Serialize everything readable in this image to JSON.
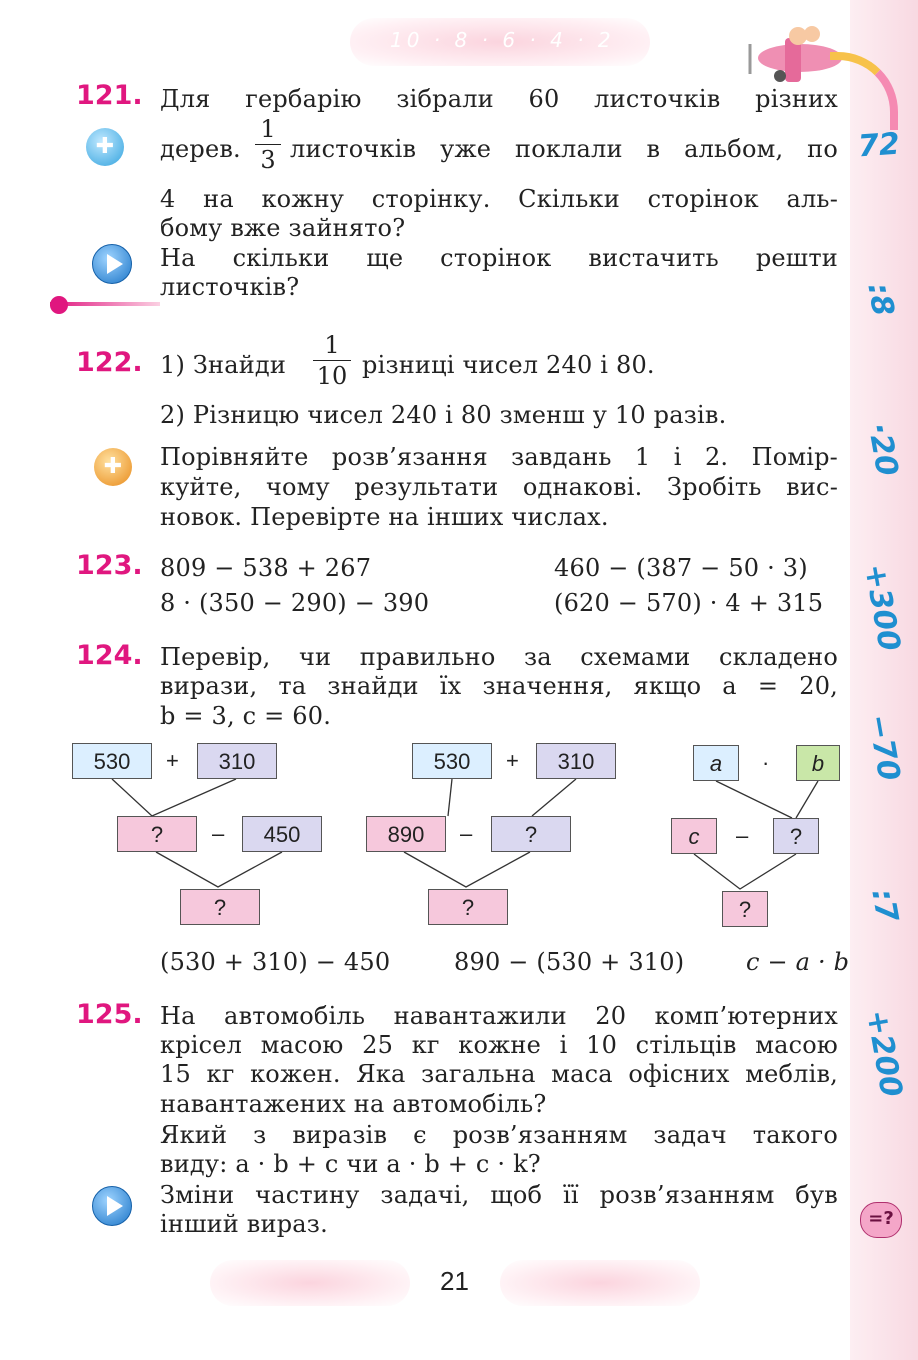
{
  "side_numbers": [
    "72",
    ":8",
    "·20",
    "+300",
    "−70",
    ":7",
    "+200"
  ],
  "side_icon_label": "=?",
  "page_number": "21",
  "header_numbers": "10 · 8 · 6 · 4 · 2",
  "task121": {
    "number": "121.",
    "line1": "Для гербарію зібрали 60 листочків різних",
    "line2_a": "дерев.",
    "frac_num": "1",
    "frac_den": "3",
    "line2_b": "листочків уже поклали в альбом, по",
    "line3": "4 на кожну сторінку. Скільки сторінок аль-",
    "line4": "бому вже зайнято?",
    "line5": "На скільки ще сторінок вистачить решти",
    "line6": "листочків?"
  },
  "task122": {
    "number": "122.",
    "line1_a": "1) Знайди",
    "frac_num": "1",
    "frac_den": "10",
    "line1_b": "різниці чисел 240 і 80.",
    "line2": "2) Різницю чисел 240 і 80 зменш у 10 разів.",
    "line3": "Порівняйте розв’язання завдань 1 і 2. Помір-",
    "line4": "куйте, чому результати однакові. Зробіть вис-",
    "line5": "новок. Перевірте на інших числах."
  },
  "task123": {
    "number": "123.",
    "e1": "809 − 538 + 267",
    "e2": "460 − (387 − 50 · 3)",
    "e3": "8 · (350 − 290) − 390",
    "e4": "(620 − 570) · 4 + 315"
  },
  "task124": {
    "number": "124.",
    "line1": "Перевір, чи правильно за схемами складено",
    "line2": "вирази, та знайди їх значення, якщо a = 20,",
    "line3": "b = 3, c = 60.",
    "scheme1": {
      "a": "530",
      "op1": "+",
      "b": "310",
      "c": "?",
      "op2": "–",
      "d": "450",
      "result": "?"
    },
    "scheme2": {
      "a": "530",
      "op1": "+",
      "b": "310",
      "c": "890",
      "op2": "–",
      "d": "?",
      "result": "?"
    },
    "scheme3": {
      "a": "a",
      "op1": "·",
      "b": "b",
      "c": "c",
      "op2": "–",
      "d": "?",
      "result": "?"
    },
    "expr1": "(530 + 310) − 450",
    "expr2": "890 − (530 + 310)",
    "expr3": "c − a · b"
  },
  "task125": {
    "number": "125.",
    "line1": "На автомобіль навантажили 20 комп’ютерних",
    "line2": "крісел масою 25 кг кожне і 10 стільців масою",
    "line3": "15 кг кожен. Яка загальна маса офісних меблів,",
    "line4": "навантажених на автомобіль?",
    "line5": "Який з виразів є розв’язанням задач такого",
    "line6": "виду: a · b + c чи a · b + c · k?",
    "line7": "Зміни частину задачі, щоб її розв’язанням був",
    "line8": "інший вираз."
  }
}
